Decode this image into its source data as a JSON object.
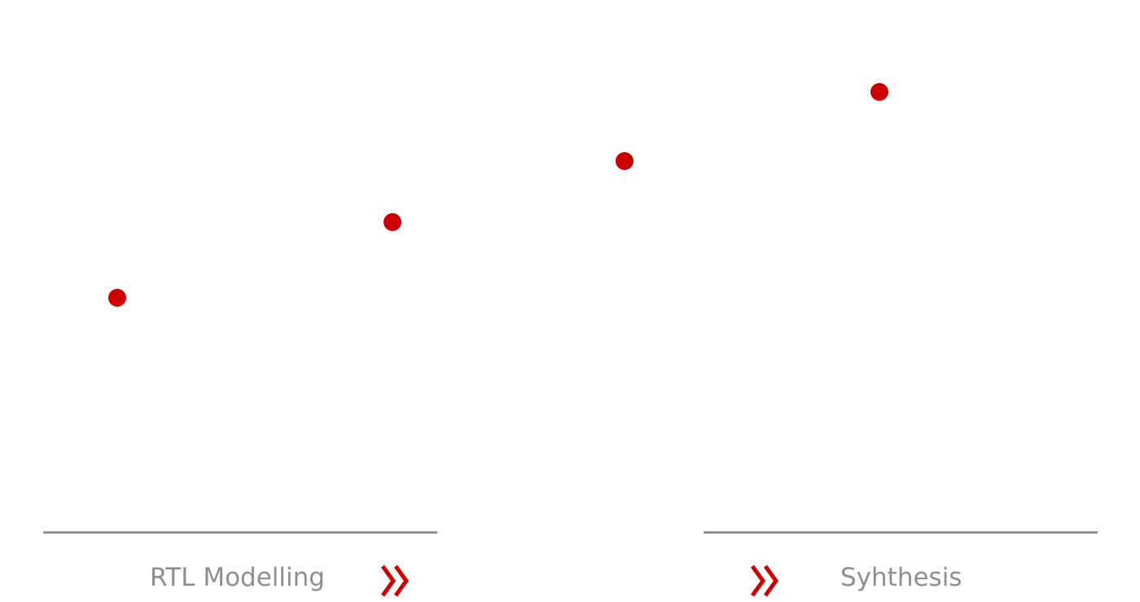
{
  "stages": [
    {
      "label": "RTL Modelling",
      "arrow_icon": "double-chevron-right"
    },
    {
      "label": "Syhthesis",
      "arrow_icon": "double-chevron-right"
    }
  ],
  "markers": 4,
  "colors": {
    "accent": "#cc0000",
    "text": "#8f8f8f",
    "rule": "#939393"
  }
}
